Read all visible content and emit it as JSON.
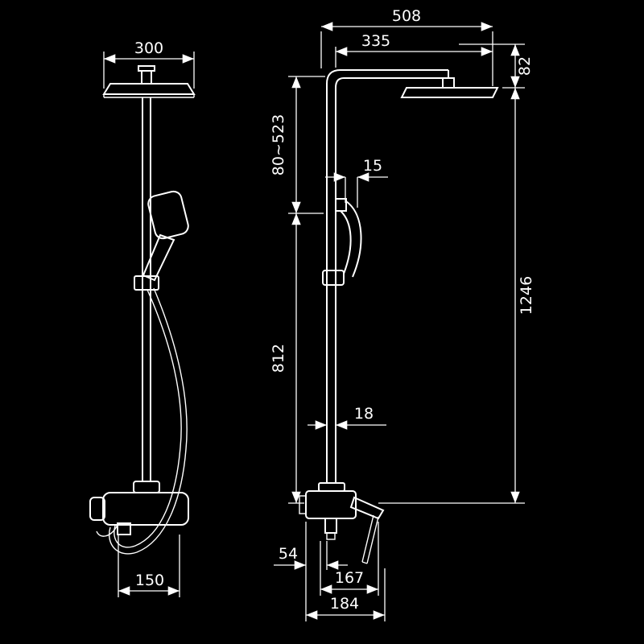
{
  "drawing": {
    "colors": {
      "background": "#000000",
      "line": "#ffffff"
    },
    "front_view": {
      "head_width": "300",
      "base_width": "150"
    },
    "side_view": {
      "arm_reach": "508",
      "head_width": "335",
      "head_drop": "82",
      "upper_range": "80~523",
      "holder_size": "15",
      "lower_height": "812",
      "overall_height": "1246",
      "pipe_size": "18",
      "back_offset": "54",
      "spout_reach": "167",
      "base_depth": "184"
    }
  }
}
